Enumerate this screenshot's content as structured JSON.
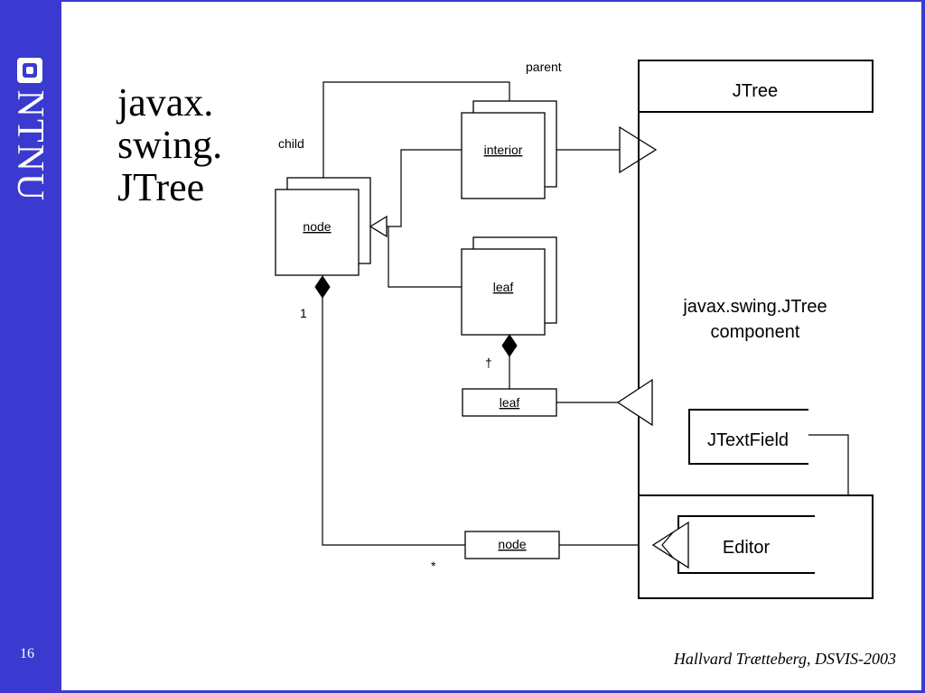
{
  "sidebar": {
    "logo_text": "NTNU",
    "slide_number": "16"
  },
  "colors": {
    "brand": "#3a3ad0"
  },
  "title": {
    "line1": "javax.",
    "line2": "swing.",
    "line3": "JTree"
  },
  "footer": "Hallvard Trætteberg, DSVIS-2003",
  "diagram": {
    "labels": {
      "parent": "parent",
      "child": "child",
      "node_box": "node",
      "interior_box": "interior",
      "leaf_box": "leaf",
      "leaf_ref": "leaf",
      "node_ref": "node",
      "multiplicity_one": "1",
      "multiplicity_leaf": "†",
      "multiplicity_star": "*",
      "jtree": "JTree",
      "component_line1": "javax.swing.JTree",
      "component_line2": "component",
      "jtextfield": "JTextField",
      "editor": "Editor"
    }
  }
}
